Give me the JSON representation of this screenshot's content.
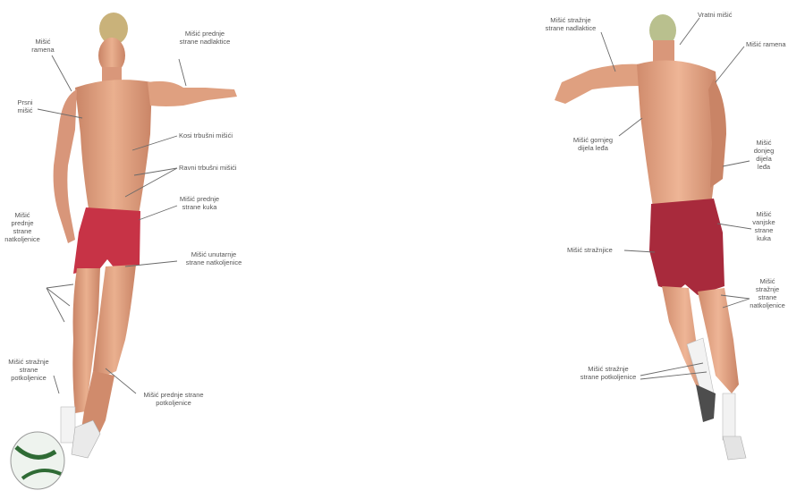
{
  "colors": {
    "skin": "#e2a27f",
    "skin_shadow": "#c98466",
    "shorts": "#c73346",
    "shorts_back": "#a82a3c",
    "hair": "#c9b27a",
    "label": "#555555",
    "line": "#6a6a6a"
  },
  "front_labels": {
    "misic_ramena": "Mišić\nramena",
    "misic_prednje_nadlaktice": "Mišić prednje\nstrane nadlaktice",
    "prsni_misic": "Prsni\nmišić",
    "kosi_trbusni": "Kosi trbušni mišići",
    "ravni_trbusni": "Ravni trbušni mišići",
    "prednje_kuka": "Mišić prednje\nstrane kuka",
    "prednje_natkoljenice": "Mišić\nprednje\nstrane\nnatkoljenice",
    "unutarnje_natkoljenice": "Mišić unutarnje\nstrane natkoljenice",
    "straznje_potkoljenice": "Mišić stražnje\nstrane\npotkoljenice",
    "prednje_potkoljenice": "Mišić prednje strane\npotkoljenice"
  },
  "back_labels": {
    "straznje_nadlaktice": "Mišić stražnje\nstrane nadlaktice",
    "vratni": "Vratni mišić",
    "misic_ramena": "Mišić ramena",
    "gornji_leda": "Mišić gornjeg\ndijela leđa",
    "donji_leda": "Mišić\ndonjeg\ndijela\nleđa",
    "vanjske_kuka": "Mišić\nvanjske\nstrane\nkuka",
    "straznjice": "Mišić stražnjice",
    "straznje_natkoljenice": "Mišić\nstražnje\nstrane\nnatkoljenice",
    "straznje_potkoljenice": "Mišić stražnje\nstrane potkoljenice"
  }
}
